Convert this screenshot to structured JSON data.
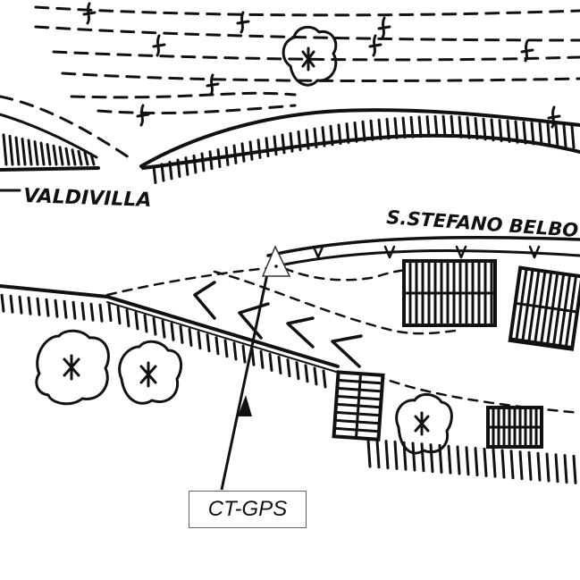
{
  "map": {
    "places": {
      "valdivilla": "VALDIVILLA",
      "santo_stefano": "S.STEFANO BELBO"
    },
    "station_label": "CT-GPS"
  },
  "colors": {
    "ink": "#111111",
    "paper": "#ffffff",
    "label_border": "#666666"
  },
  "icons": [
    "triangle-marker-icon",
    "tree-icon",
    "vineyard-icon",
    "building-icon",
    "hachure-slope-icon"
  ]
}
